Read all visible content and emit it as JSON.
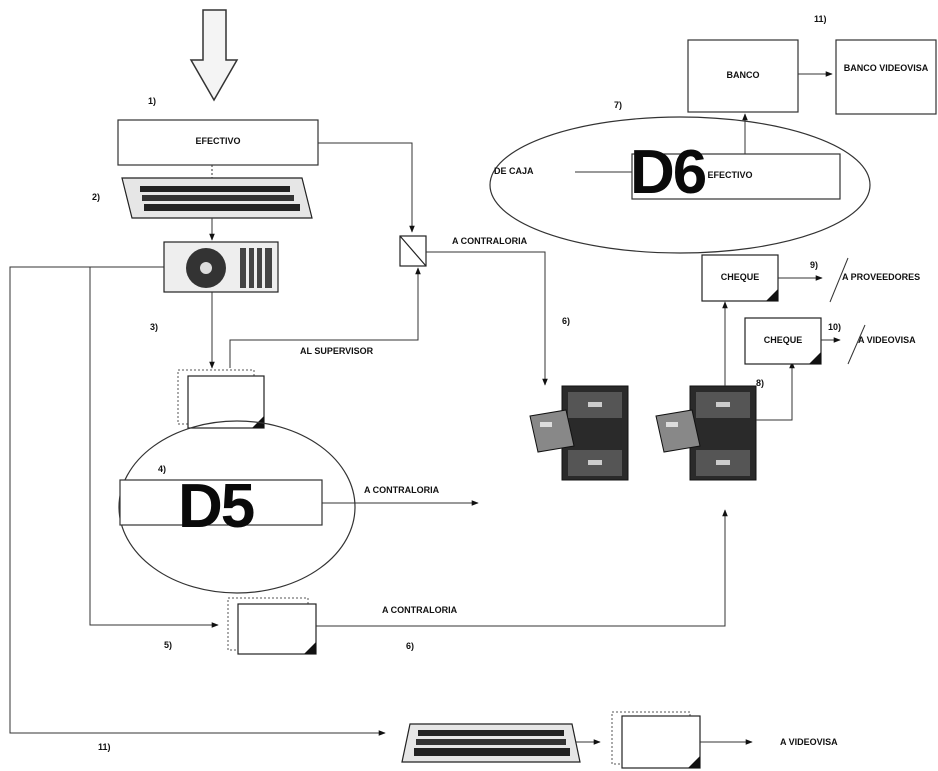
{
  "steps": {
    "s1": "1)",
    "s2": "2)",
    "s3": "3)",
    "s4": "4)",
    "s5": "5)",
    "s6a": "6)",
    "s6b": "6)",
    "s7": "7)",
    "s8": "8)",
    "s9": "9)",
    "s10": "10)",
    "s11a": "11)",
    "s11b": "11)"
  },
  "boxes": {
    "efectivo": "EFECTIVO",
    "banco": "BANCO",
    "banco_videovisa": "BANCO VIDEOVISA",
    "efectivo_d6": "EFECTIVO",
    "cheque_1": "CHEQUE",
    "cheque_2": "CHEQUE"
  },
  "labels": {
    "a_contraloria_top": "A CONTRALORIA",
    "al_supervisor": "AL SUPERVISOR",
    "a_contraloria_d5": "A CONTRALORIA",
    "a_contraloria_bottom": "A CONTRALORIA",
    "de_caja": "DE CAJA",
    "a_proveedores": "A PROVEEDORES",
    "a_videovisa_right": "A VIDEOVISA",
    "a_videovisa_bottom": "A VIDEOVISA"
  },
  "stores": {
    "d5": "D5",
    "d6": "D6"
  }
}
